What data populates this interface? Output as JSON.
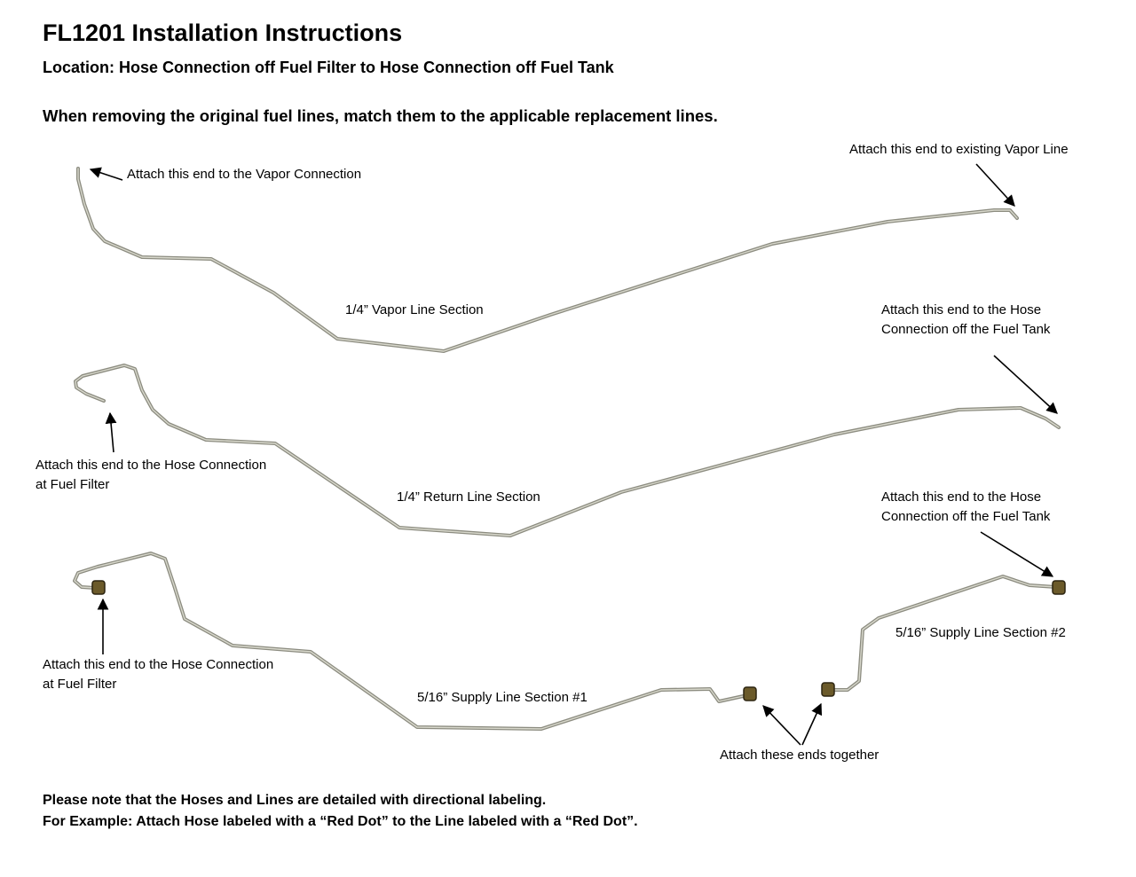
{
  "title": "FL1201 Installation Instructions",
  "location": "Location: Hose Connection off Fuel Filter to Hose Connection off Fuel Tank",
  "instruction": "When removing the original fuel lines, match them to the applicable replacement lines.",
  "lines": {
    "vapor": {
      "section_label": "1/4” Vapor Line Section",
      "start_label": "Attach this end to the Vapor Connection",
      "end_label": "Attach this end to existing Vapor Line"
    },
    "return": {
      "section_label": "1/4” Return Line Section",
      "start_label_1": "Attach this end to the Hose Connection",
      "start_label_2": "at Fuel Filter",
      "end_label_1": "Attach this end to the Hose",
      "end_label_2": "Connection off the Fuel Tank"
    },
    "supply": {
      "section1_label": "5/16” Supply Line Section #1",
      "section2_label": "5/16” Supply Line Section #2",
      "start_label_1": "Attach this end to the Hose Connection",
      "start_label_2": "at Fuel Filter",
      "end_label_1": "Attach this end to the Hose",
      "end_label_2": "Connection off the Fuel Tank",
      "join_label": "Attach these ends together"
    }
  },
  "notes": {
    "line1": "Please note that the Hoses and Lines are detailed with directional labeling.",
    "line2": "For Example: Attach Hose labeled with a “Red Dot” to the Line labeled with a “Red Dot”."
  },
  "colors": {
    "tube": "#8c8c80",
    "tube_highlight": "#d8d8cc",
    "fitting": "#6b5a2a",
    "arrow": "#000000"
  }
}
